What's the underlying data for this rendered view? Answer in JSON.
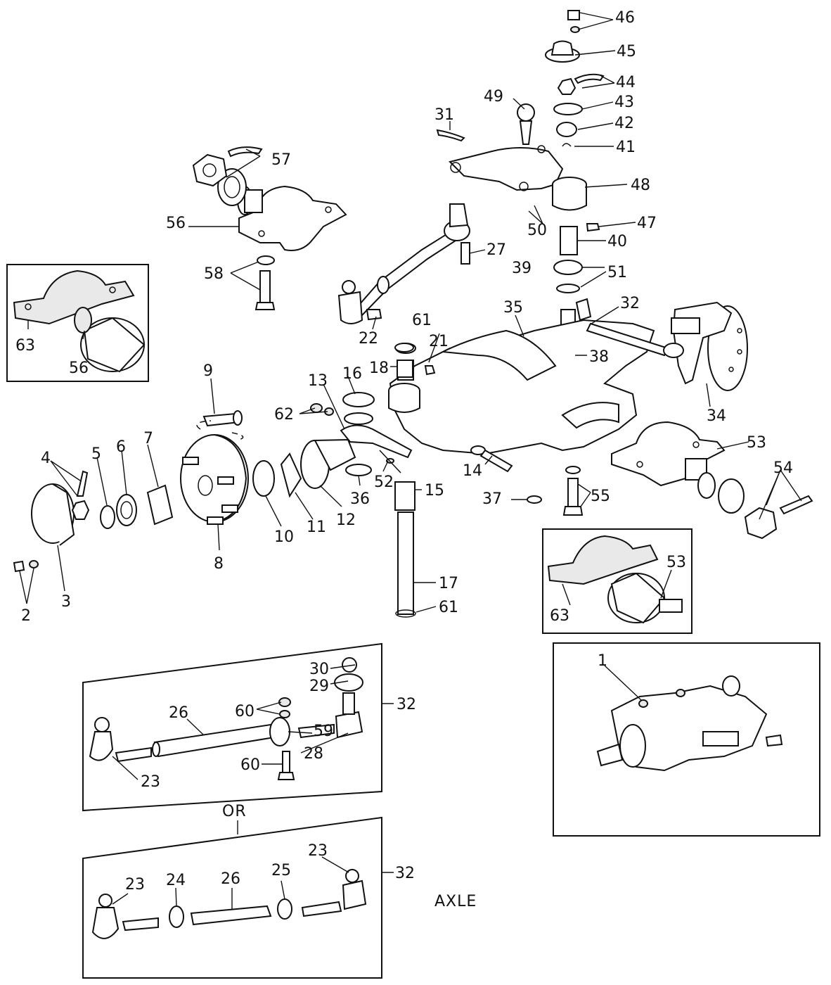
{
  "title": "AXLE",
  "alternative_label": "OR",
  "callouts": [
    {
      "id": "c46",
      "text": "46"
    },
    {
      "id": "c45",
      "text": "45"
    },
    {
      "id": "c44",
      "text": "44"
    },
    {
      "id": "c43",
      "text": "43"
    },
    {
      "id": "c42",
      "text": "42"
    },
    {
      "id": "c41",
      "text": "41"
    },
    {
      "id": "c48",
      "text": "48"
    },
    {
      "id": "c47",
      "text": "47"
    },
    {
      "id": "c49",
      "text": "49"
    },
    {
      "id": "c31",
      "text": "31"
    },
    {
      "id": "c50",
      "text": "50"
    },
    {
      "id": "c40",
      "text": "40"
    },
    {
      "id": "c39",
      "text": "39"
    },
    {
      "id": "c51",
      "text": "51"
    },
    {
      "id": "c27",
      "text": "27"
    },
    {
      "id": "c57",
      "text": "57"
    },
    {
      "id": "c56",
      "text": "56"
    },
    {
      "id": "c58",
      "text": "58"
    },
    {
      "id": "c63a",
      "text": "63"
    },
    {
      "id": "c56b",
      "text": "56"
    },
    {
      "id": "c35",
      "text": "35"
    },
    {
      "id": "c32a",
      "text": "32"
    },
    {
      "id": "c22",
      "text": "22"
    },
    {
      "id": "c61a",
      "text": "61"
    },
    {
      "id": "c21",
      "text": "21"
    },
    {
      "id": "c18",
      "text": "18"
    },
    {
      "id": "c38",
      "text": "38"
    },
    {
      "id": "c34",
      "text": "34"
    },
    {
      "id": "c9",
      "text": "9"
    },
    {
      "id": "c16",
      "text": "16"
    },
    {
      "id": "c13",
      "text": "13"
    },
    {
      "id": "c62",
      "text": "62"
    },
    {
      "id": "c53",
      "text": "53"
    },
    {
      "id": "c54",
      "text": "54"
    },
    {
      "id": "c4",
      "text": "4"
    },
    {
      "id": "c5",
      "text": "5"
    },
    {
      "id": "c6",
      "text": "6"
    },
    {
      "id": "c7",
      "text": "7"
    },
    {
      "id": "c14",
      "text": "14"
    },
    {
      "id": "c52",
      "text": "52"
    },
    {
      "id": "c15",
      "text": "15"
    },
    {
      "id": "c36",
      "text": "36"
    },
    {
      "id": "c37",
      "text": "37"
    },
    {
      "id": "c55",
      "text": "55"
    },
    {
      "id": "c10",
      "text": "10"
    },
    {
      "id": "c11",
      "text": "11"
    },
    {
      "id": "c12",
      "text": "12"
    },
    {
      "id": "c8",
      "text": "8"
    },
    {
      "id": "c3",
      "text": "3"
    },
    {
      "id": "c2",
      "text": "2"
    },
    {
      "id": "c17",
      "text": "17"
    },
    {
      "id": "c61b",
      "text": "61"
    },
    {
      "id": "c63b",
      "text": "63"
    },
    {
      "id": "c53b",
      "text": "53"
    },
    {
      "id": "c30",
      "text": "30"
    },
    {
      "id": "c29",
      "text": "29"
    },
    {
      "id": "c32b",
      "text": "32"
    },
    {
      "id": "c26a",
      "text": "26"
    },
    {
      "id": "c60a",
      "text": "60"
    },
    {
      "id": "c59",
      "text": "59"
    },
    {
      "id": "c28",
      "text": "28"
    },
    {
      "id": "c23a",
      "text": "23"
    },
    {
      "id": "c60b",
      "text": "60"
    },
    {
      "id": "c1",
      "text": "1"
    },
    {
      "id": "c23b",
      "text": "23"
    },
    {
      "id": "c23c",
      "text": "23"
    },
    {
      "id": "c24",
      "text": "24"
    },
    {
      "id": "c26b",
      "text": "26"
    },
    {
      "id": "c25",
      "text": "25"
    },
    {
      "id": "c32c",
      "text": "32"
    }
  ]
}
